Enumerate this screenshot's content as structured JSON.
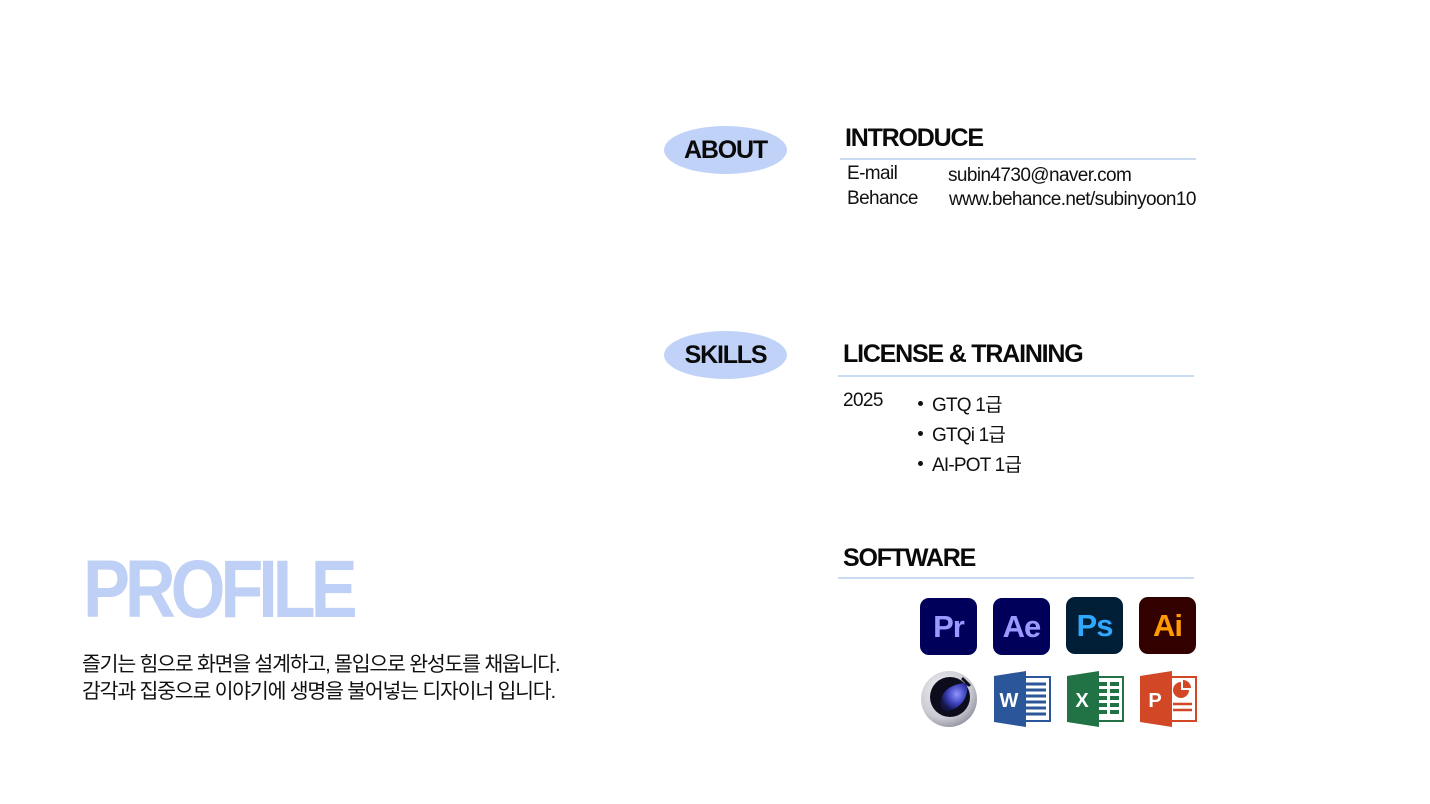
{
  "colors": {
    "accent": "#c0d2f8",
    "divider": "#c9dbf1",
    "profile_title": "#bfd0f7"
  },
  "about": {
    "pill_label": "ABOUT",
    "section_title": "INTRODUCE",
    "rows": [
      {
        "label": "E-mail",
        "value": "subin4730@naver.com"
      },
      {
        "label": "Behance",
        "value": "www.behance.net/subinyoon10"
      }
    ]
  },
  "skills": {
    "pill_label": "SKILLS",
    "section_title": "LICENSE & TRAINING",
    "year": "2025",
    "items": [
      "GTQ 1급",
      "GTQi 1급",
      "AI-POT 1급"
    ]
  },
  "software": {
    "section_title": "SOFTWARE",
    "icons": [
      {
        "name": "premiere-pro",
        "label": "Pr",
        "bg": "#00005b",
        "fg": "#9999ff"
      },
      {
        "name": "after-effects",
        "label": "Ae",
        "bg": "#00005b",
        "fg": "#9999ff"
      },
      {
        "name": "photoshop",
        "label": "Ps",
        "bg": "#001e36",
        "fg": "#31a8ff"
      },
      {
        "name": "illustrator",
        "label": "Ai",
        "bg": "#330000",
        "fg": "#ff9a00"
      },
      {
        "name": "cinema-4d",
        "label": "",
        "bg": "",
        "fg": ""
      },
      {
        "name": "word",
        "label": "W",
        "bg": "#2b579a",
        "fg": "#ffffff"
      },
      {
        "name": "excel",
        "label": "X",
        "bg": "#217346",
        "fg": "#ffffff"
      },
      {
        "name": "powerpoint",
        "label": "P",
        "bg": "#d24726",
        "fg": "#ffffff"
      }
    ]
  },
  "profile": {
    "title": "PROFILE",
    "lines": [
      "즐기는 힘으로 화면을 설계하고, 몰입으로 완성도를 채웁니다.",
      "감각과 집중으로 이야기에 생명을 불어넣는 디자이너 입니다."
    ]
  }
}
